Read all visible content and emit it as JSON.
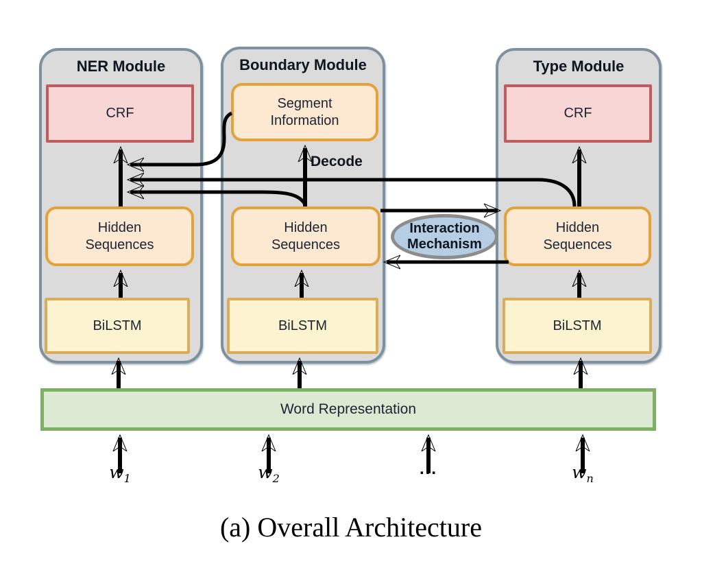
{
  "modules": {
    "ner": {
      "title": "NER Module",
      "output": "CRF",
      "hidden": "Hidden Sequences",
      "encoder": "BiLSTM"
    },
    "boundary": {
      "title": "Boundary Module",
      "output": "Segment Information",
      "hidden": "Hidden Sequences",
      "encoder": "BiLSTM",
      "decode_label": "Decode"
    },
    "type": {
      "title": "Type Module",
      "output": "CRF",
      "hidden": "Hidden Sequences",
      "encoder": "BiLSTM"
    }
  },
  "interaction": {
    "line1": "Interaction",
    "line2": "Mechanism"
  },
  "word_bar": {
    "label": "Word Representation"
  },
  "inputs": {
    "w1": {
      "base": "w",
      "sub": "1"
    },
    "w2": {
      "base": "w",
      "sub": "2"
    },
    "dots": {
      "base": "..."
    },
    "wn": {
      "base": "w",
      "sub": "n"
    }
  },
  "caption": {
    "text": "(a) Overall Architecture"
  },
  "colors": {
    "module_fill": "#dbdbdb",
    "module_border": "#7d919e",
    "crf_fill": "#f9d6d6",
    "crf_border": "#c25b5e",
    "segment_hidden_fill": "#fde9d2",
    "segment_hidden_border": "#e2a23c",
    "bilstm_fill": "#fcf3d0",
    "bilstm_border": "#d9ad5c",
    "word_bar_fill": "#dcead4",
    "word_bar_border": "#7fae66",
    "interaction_fill": "#b5cee3",
    "interaction_border": "#8c8c8c",
    "arrow": "#000000"
  }
}
